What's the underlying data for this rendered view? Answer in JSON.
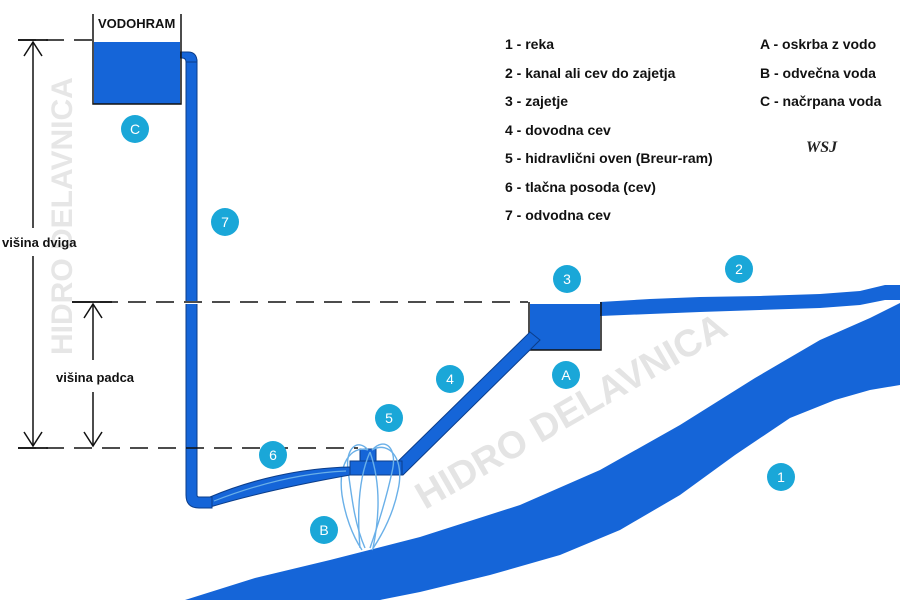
{
  "tank_label": "VODOHRAM",
  "markers": {
    "c": "C",
    "a": "A",
    "b": "B",
    "n1": "1",
    "n2": "2",
    "n3": "3",
    "n4": "4",
    "n5": "5",
    "n6": "6",
    "n7": "7"
  },
  "dimensions": {
    "lift_height": "višina dviga",
    "fall_height": "višina padca"
  },
  "legend_numbers": [
    "1 - reka",
    "2 - kanal ali cev do zajetja",
    "3 - zajetje",
    "4 - dovodna cev",
    "5 - hidravlični oven (Breur-ram)",
    "6 - tlačna posoda (cev)",
    "7 - odvodna cev"
  ],
  "legend_letters": [
    "A - oskrba z vodo",
    "B - odvečna voda",
    "C - načrpana voda"
  ],
  "logo_text": "WSJ",
  "watermark": "HIDRO DELAVNICA",
  "colors": {
    "water": "#1565d8",
    "badge": "#1aa7d8",
    "line": "#111111",
    "watermark": "#e4e4e4"
  }
}
